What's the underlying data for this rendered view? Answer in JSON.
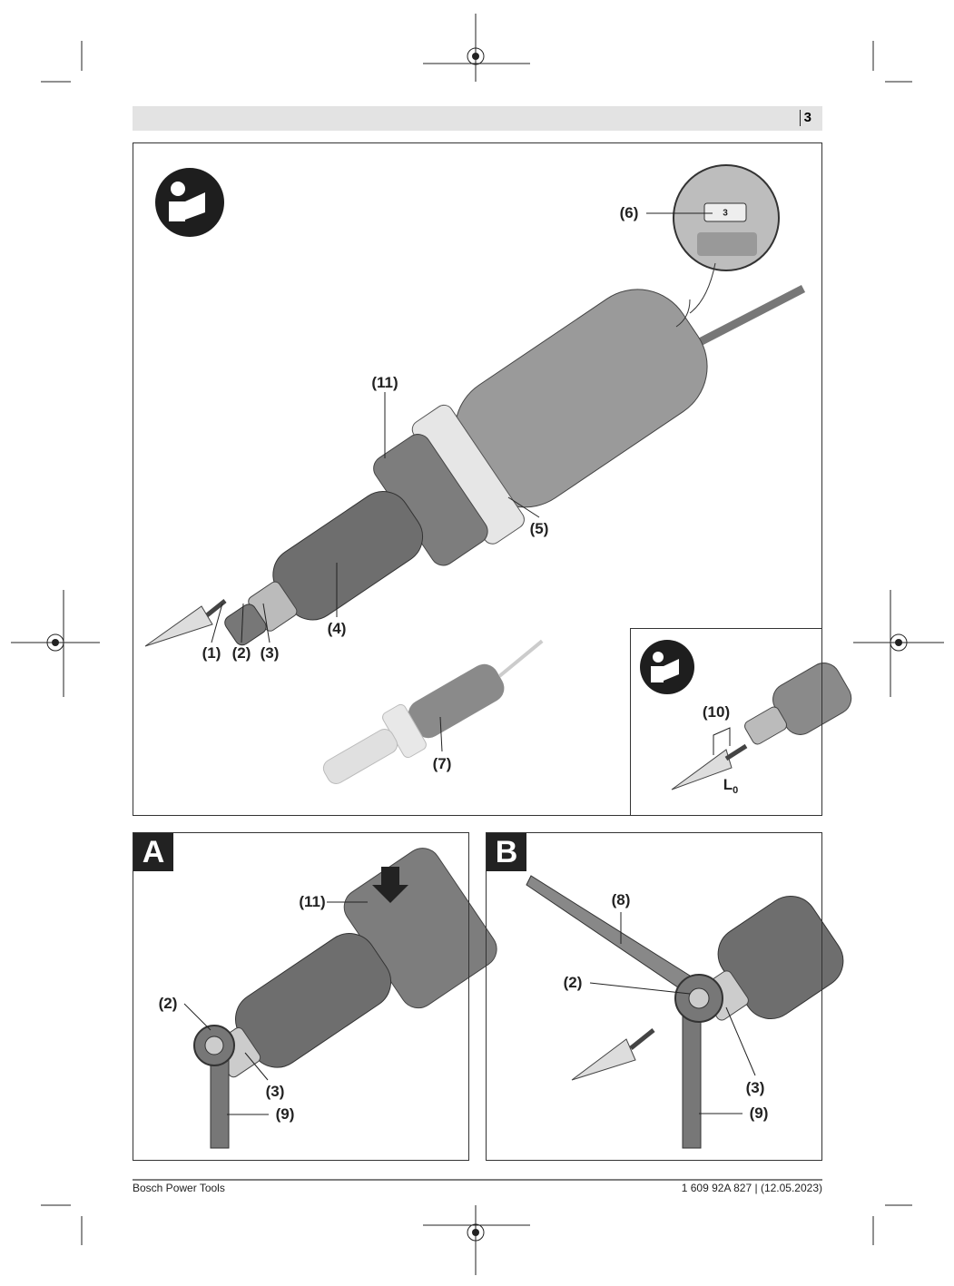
{
  "header": {
    "page_number": "3"
  },
  "main_figure": {
    "labels": {
      "l1": "(1)",
      "l2": "(2)",
      "l3": "(3)",
      "l4": "(4)",
      "l5": "(5)",
      "l6": "(6)",
      "l7": "(7)",
      "l11": "(11)"
    },
    "speed_dial_value": "3",
    "icon": "read-manual-icon"
  },
  "inset": {
    "l10": "(10)",
    "l0": "L",
    "l0_sub": "0",
    "icon": "read-manual-icon"
  },
  "panel_a": {
    "letter": "A",
    "l11": "(11)",
    "l2": "(2)",
    "l3": "(3)",
    "l9": "(9)"
  },
  "panel_b": {
    "letter": "B",
    "l8": "(8)",
    "l2": "(2)",
    "l3": "(3)",
    "l9": "(9)"
  },
  "footer": {
    "left": "Bosch Power Tools",
    "right": "1 609 92A 827 | (12.05.2023)"
  }
}
